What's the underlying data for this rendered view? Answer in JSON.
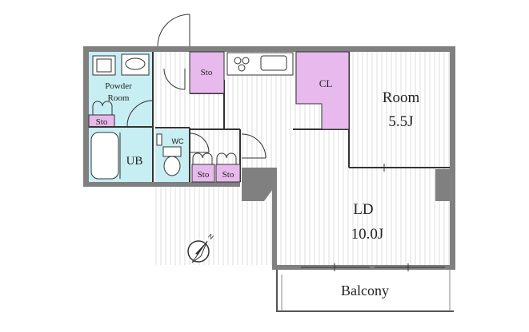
{
  "plan": {
    "rooms": {
      "powder_room_line1": "Powder",
      "powder_room_line2": "Room",
      "ub": "UB",
      "wc": "WC",
      "room_name": "Room",
      "room_size": "5.5J",
      "ld_name": "LD",
      "ld_size": "10.0J",
      "cl": "CL",
      "balcony": "Balcony",
      "sto_entrance": "Sto",
      "sto_powder": "Sto",
      "sto_corridor_left": "Sto",
      "sto_corridor_right": "Sto",
      "compass_north": "N"
    },
    "colors": {
      "wall": "#808080",
      "bath": "#c7eef3",
      "storage": "#e7b9ec",
      "floor_stripe": "#d9d9d9",
      "line": "#333333"
    }
  }
}
